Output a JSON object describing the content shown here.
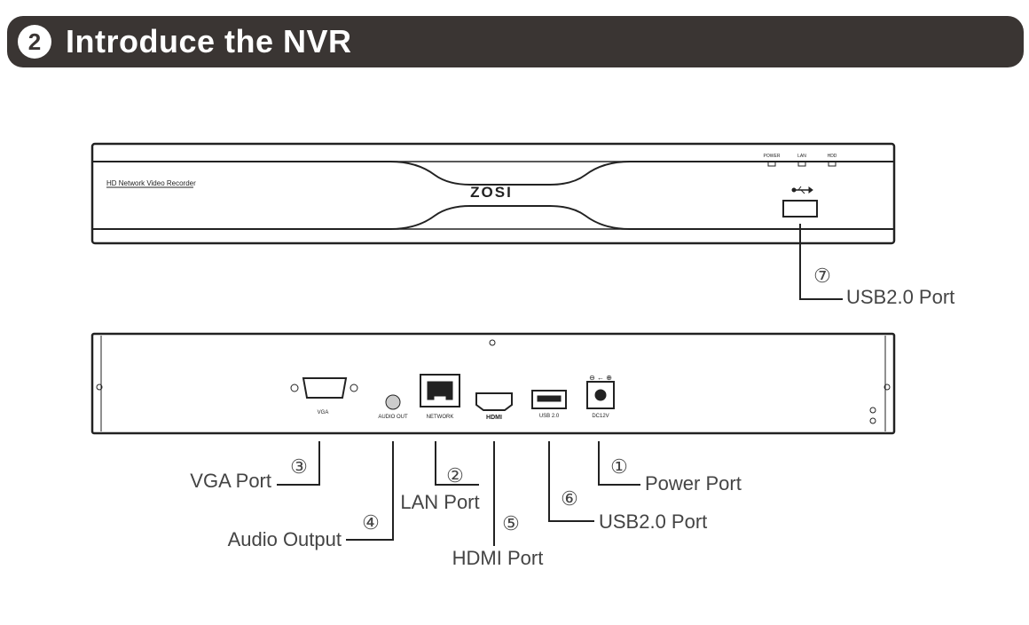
{
  "header": {
    "number": "2",
    "title": "Introduce the NVR"
  },
  "front_panel": {
    "model_text": "HD Network Video Recorder",
    "brand": "ZOSI",
    "leds": [
      "POWER",
      "LAN",
      "HDD"
    ]
  },
  "rear_panel": {
    "vga": "VGA",
    "audio": "AUDIO OUT",
    "network": "NETWORK",
    "hdmi": "HDMI",
    "usb": "USB 2.0",
    "dc": "DC12V",
    "polarity": "⊖ ← ⊕"
  },
  "callouts": {
    "usb_front": {
      "num": "⑦",
      "label": "USB2.0 Port"
    },
    "power": {
      "num": "①",
      "label": "Power Port"
    },
    "lan": {
      "num": "②",
      "label": "LAN Port"
    },
    "vga": {
      "num": "③",
      "label": "VGA Port"
    },
    "audio": {
      "num": "④",
      "label": "Audio Output"
    },
    "hdmi": {
      "num": "⑤",
      "label": "HDMI Port"
    },
    "usb_rear": {
      "num": "⑥",
      "label": "USB2.0 Port"
    }
  }
}
